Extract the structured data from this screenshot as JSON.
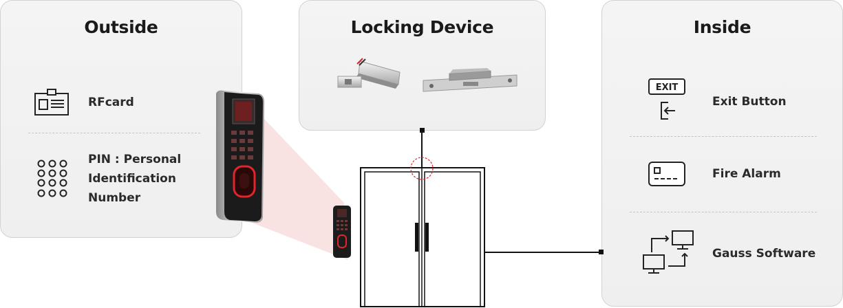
{
  "outside": {
    "title": "Outside",
    "items": [
      {
        "icon": "id-card-icon",
        "label": "RFcard"
      },
      {
        "icon": "keypad-icon",
        "label_lines": [
          "PIN : Personal",
          "Identification",
          "Number"
        ]
      }
    ]
  },
  "locking": {
    "title": "Locking Device",
    "devices": [
      "bolt-lock-image",
      "electric-strike-image"
    ]
  },
  "inside": {
    "title": "Inside",
    "items": [
      {
        "icon": "exit-button-icon",
        "label": "Exit Button",
        "badge": "EXIT"
      },
      {
        "icon": "fire-alarm-icon",
        "label": "Fire Alarm"
      },
      {
        "icon": "networked-computers-icon",
        "label": "Gauss Software"
      }
    ]
  },
  "colors": {
    "panel_bg": "#f1f1f1",
    "panel_border": "#d2d2d2",
    "accent": "#e0262c",
    "line": "#111111"
  }
}
